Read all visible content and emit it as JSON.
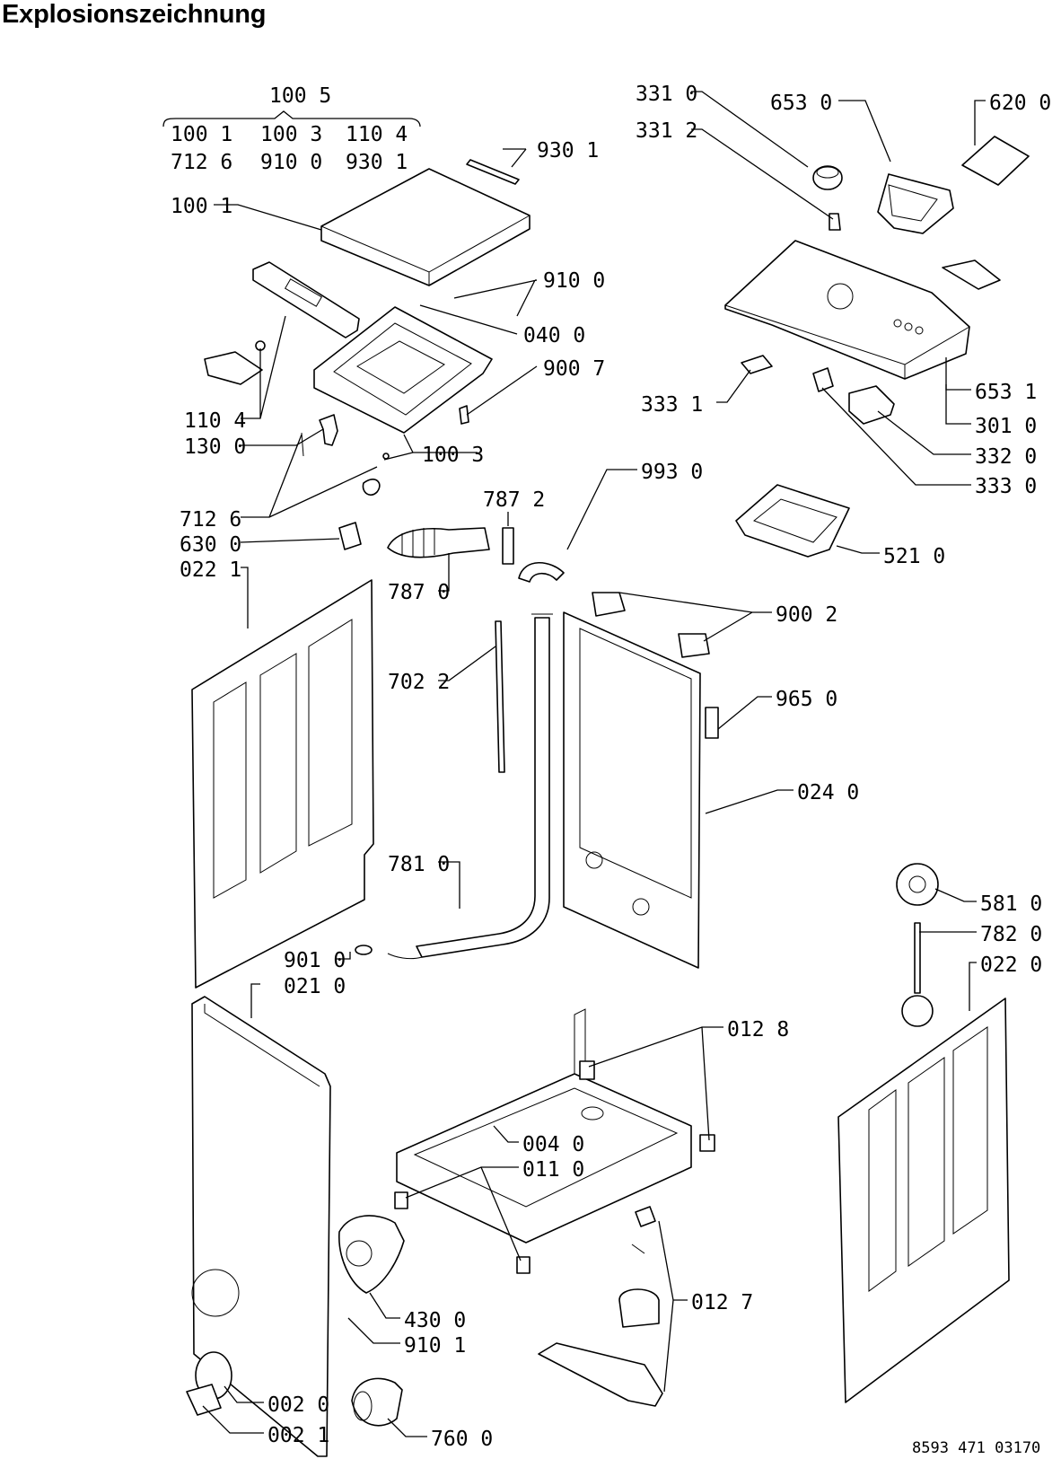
{
  "title": "Explosionszeichnung",
  "drawing_number": "8593 471 03170",
  "kit": {
    "header": "100 5",
    "row1": [
      "100 1",
      "100 3",
      "110 4"
    ],
    "row2": [
      "712 6",
      "910 0",
      "930 1"
    ]
  },
  "labels": {
    "l9301": "930 1",
    "l1001": "100 1",
    "l9100": "910 0",
    "l0400": "040 0",
    "l9007": "900 7",
    "l1104": "110 4",
    "l1300": "130 0",
    "l1003": "100 3",
    "l7126": "712 6",
    "l6300": "630 0",
    "l0221": "022 1",
    "l7872": "787 2",
    "l7870": "787 0",
    "l9930": "993 0",
    "l7022": "702 2",
    "l7810": "781 0",
    "l9010": "901 0",
    "l0210": "021 0",
    "l3310": "331 0",
    "l3312": "331 2",
    "l6530": "653 0",
    "l6200": "620 0",
    "l3331": "333 1",
    "l6531": "653 1",
    "l3010": "301 0",
    "l3320": "332 0",
    "l3330": "333 0",
    "l5210": "521 0",
    "l9002": "900 2",
    "l9650": "965 0",
    "l0240": "024 0",
    "l5810": "581 0",
    "l7820": "782 0",
    "l0220": "022 0",
    "l0128": "012 8",
    "l0040": "004 0",
    "l0110": "011 0",
    "l0127": "012 7",
    "l4300": "430 0",
    "l9101": "910 1",
    "l0020": "002 0",
    "l0021": "002 1",
    "l7600": "760 0"
  }
}
